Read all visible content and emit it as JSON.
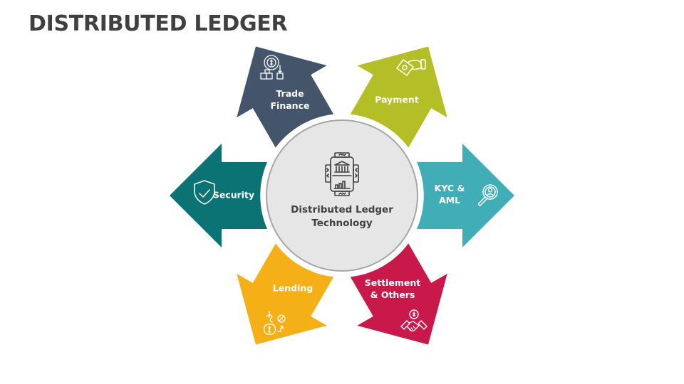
{
  "slide": {
    "title": "DISTRIBUTED LEDGER"
  },
  "center": {
    "line1": "Distributed Ledger",
    "line2": "Technology",
    "icon": "bank-ledger-chart-icon",
    "fill": "#e6e6e6",
    "border": "#a6a6a6"
  },
  "segments": [
    {
      "id": "trade-finance",
      "line1": "Trade",
      "line2": "Finance",
      "icon": "trade-finance-boxes-icon",
      "color": "#44546a",
      "rotation": 240
    },
    {
      "id": "payment",
      "line1": "Payment",
      "line2": "",
      "icon": "hand-money-payment-icon",
      "color": "#b4be26",
      "rotation": 300
    },
    {
      "id": "kyc-aml",
      "line1": "KYC &",
      "line2": "AML",
      "icon": "magnifier-user-icon",
      "color": "#41adb6",
      "rotation": 0
    },
    {
      "id": "settlement",
      "line1": "Settlement",
      "line2": "& Others",
      "icon": "handshake-dollar-icon",
      "color": "#c9184a",
      "rotation": 60
    },
    {
      "id": "lending",
      "line1": "Lending",
      "line2": "",
      "icon": "money-bag-percent-icon",
      "color": "#f5b017",
      "rotation": 120
    },
    {
      "id": "security",
      "line1": "Security",
      "line2": "",
      "icon": "shield-check-icon",
      "color": "#0b7373",
      "rotation": 180
    }
  ]
}
